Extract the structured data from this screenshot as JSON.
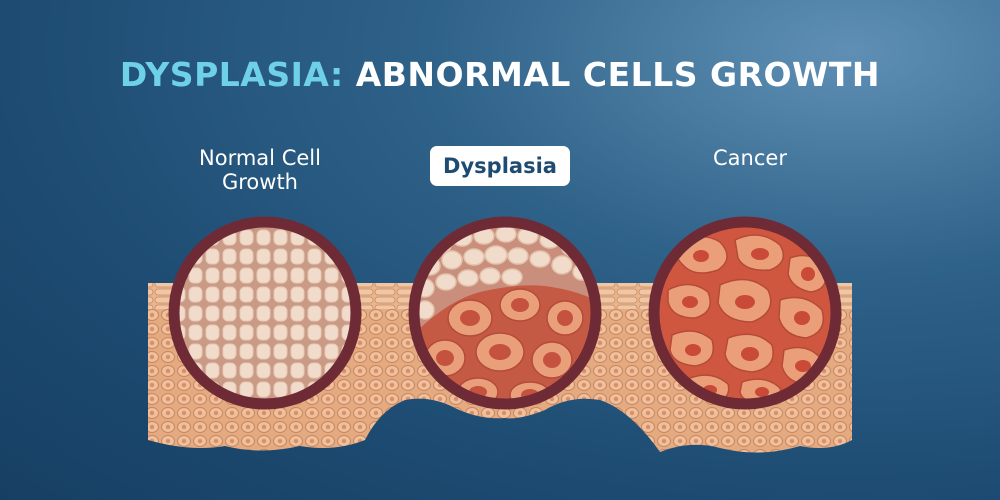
{
  "title": {
    "accent": "DYSPLASIA:",
    "main": "ABNORMAL CELLS GROWTH"
  },
  "stages": [
    {
      "label_line1": "Normal Cell",
      "label_line2": "Growth"
    },
    {
      "label": "Dysplasia"
    },
    {
      "label": "Cancer"
    }
  ],
  "colors": {
    "background": "#1d4b72",
    "title_accent": "#6fd1e6",
    "tissue": "#e2a67c",
    "lens_ring": "#6e2b35",
    "normal_cell": "#f0d6c2",
    "cancer_cell": "#d4553e"
  }
}
